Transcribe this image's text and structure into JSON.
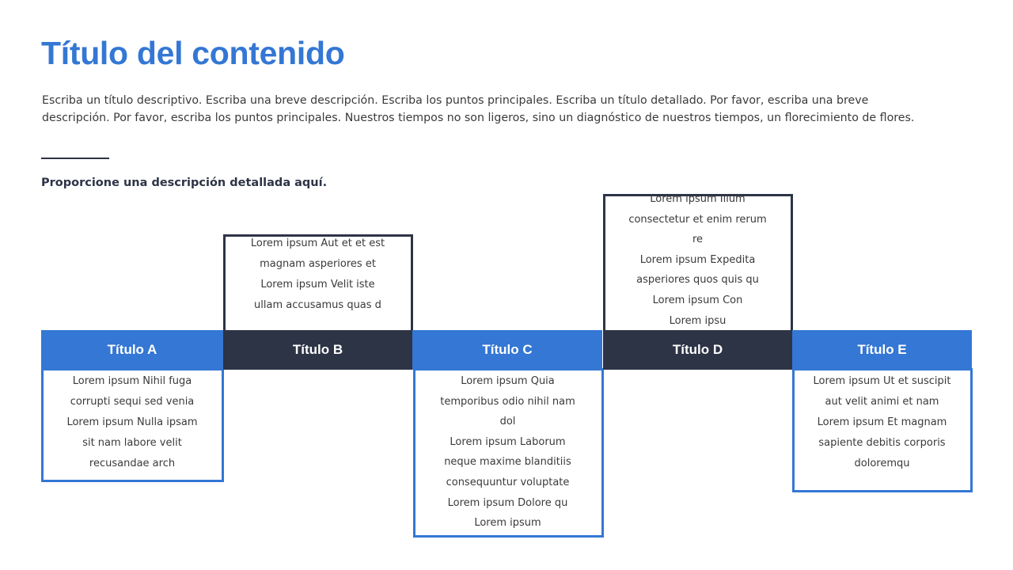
{
  "title": "Título del contenido",
  "description": "Escriba un título descriptivo. Escriba una breve descripción. Escriba los puntos principales. Escriba un título detallado. Por favor, escriba una breve descripción. Por favor, escriba los puntos principales. Nuestros tiempos no son ligeros, sino un diagnóstico de nuestros tiempos, un florecimiento de flores.",
  "subtitle": "Proporcione una descripción detallada aquí.",
  "colors": {
    "blue": "#3477d4",
    "dark": "#2d3446"
  },
  "items": [
    {
      "title": "Título A",
      "lines": [
        "Lorem ipsum Nihil fuga",
        "corrupti sequi sed venia",
        "Lorem ipsum Nulla ipsam",
        "sit nam labore velit",
        "recusandae arch"
      ]
    },
    {
      "title": "Título B",
      "lines": [
        "Lorem ipsum Aut et et est",
        "magnam asperiores et",
        "Lorem ipsum Velit iste",
        "ullam accusamus quas d"
      ]
    },
    {
      "title": "Título C",
      "lines": [
        "Lorem ipsum Quia",
        "temporibus odio nihil nam",
        "dol",
        "Lorem ipsum Laborum",
        "neque maxime blanditiis",
        "consequuntur voluptate",
        "Lorem ipsum Dolore qu",
        "Lorem ipsum"
      ]
    },
    {
      "title": "Título D",
      "lines": [
        "Lorem ipsum Illum",
        "consectetur et enim rerum",
        "re",
        "Lorem ipsum Expedita",
        "asperiores quos quis qu",
        "Lorem ipsum Con",
        "Lorem ipsu"
      ]
    },
    {
      "title": "Título E",
      "lines": [
        "Lorem ipsum Ut et suscipit",
        "aut velit animi et nam",
        "Lorem ipsum Et magnam",
        "sapiente debitis corporis",
        "doloremqu"
      ]
    }
  ]
}
